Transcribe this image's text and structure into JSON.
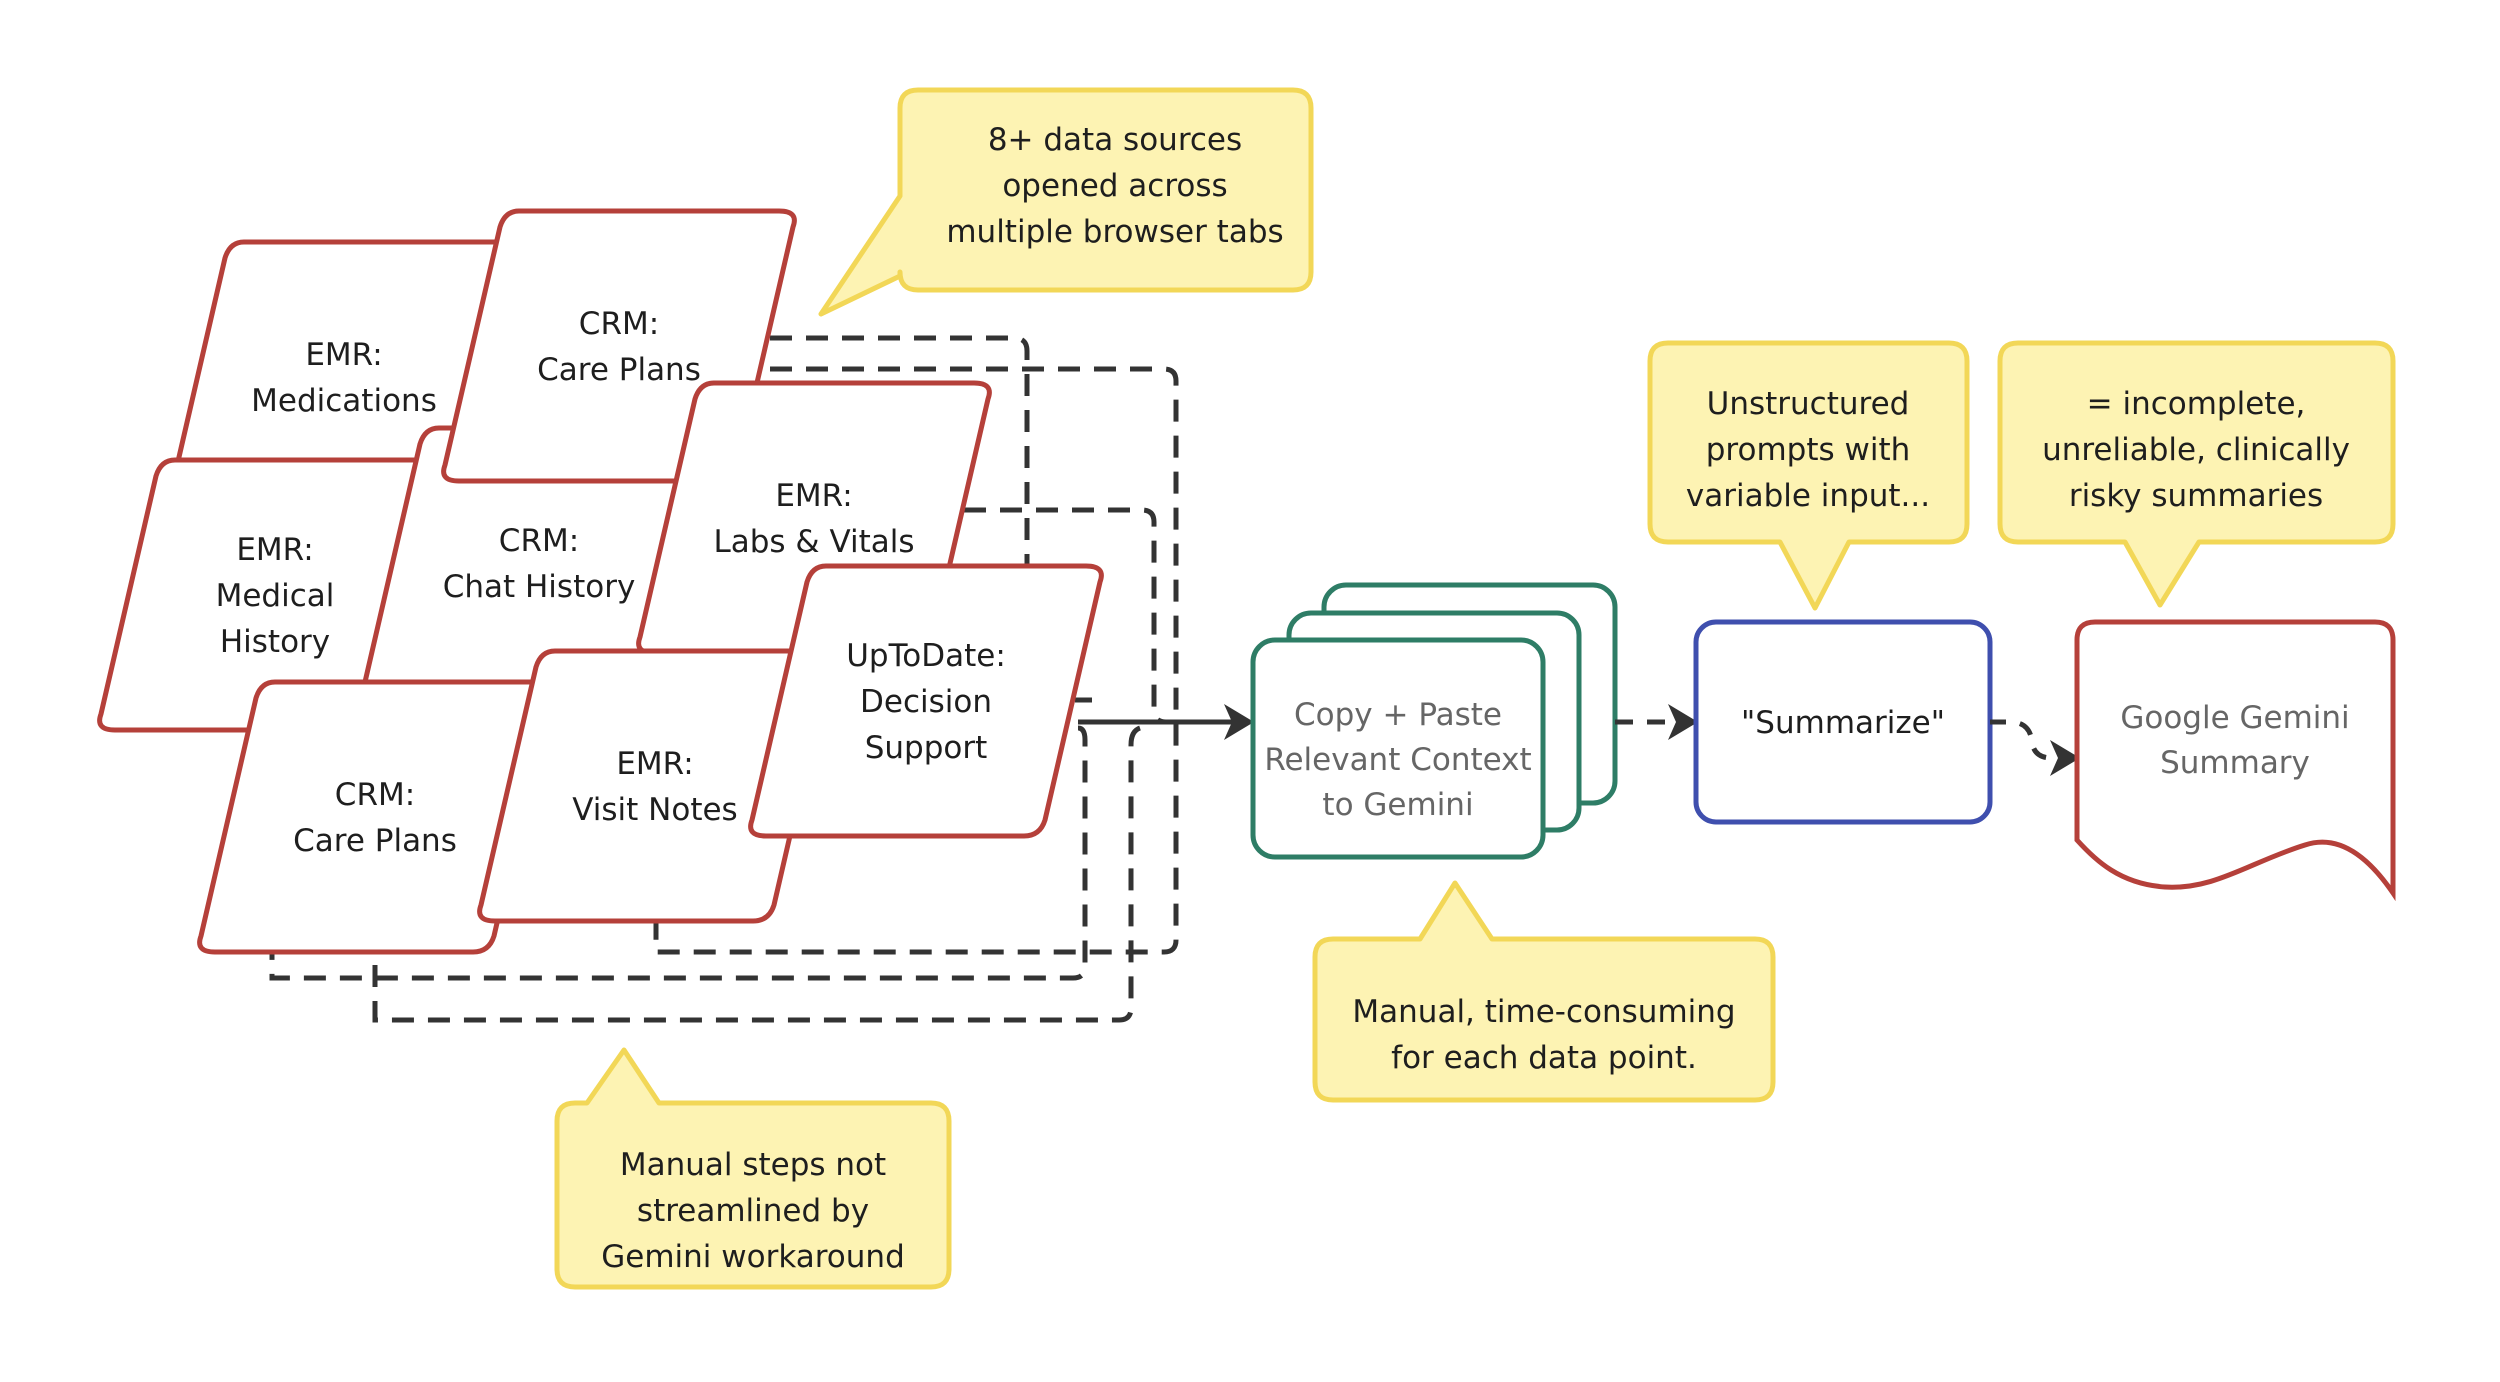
{
  "colors": {
    "source_border": "#b5403a",
    "callout_fill": "#fdf3b3",
    "callout_border": "#f2d757",
    "copy_paste_border": "#2e7d66",
    "prompt_border": "#3f4fae",
    "summary_border": "#b5403a",
    "connector": "#333333"
  },
  "sources": [
    {
      "line1": "EMR:",
      "line2": "Medications"
    },
    {
      "line1": "EMR:",
      "line2": "Medical",
      "line3": "History"
    },
    {
      "line1": "CRM:",
      "line2": "Chat History"
    },
    {
      "line1": "CRM:",
      "line2": "Care Plans"
    },
    {
      "line1": "EMR:",
      "line2": "Labs & Vitals"
    },
    {
      "line1": "CRM:",
      "line2": "Care Plans"
    },
    {
      "line1": "EMR:",
      "line2": "Visit Notes"
    },
    {
      "line1": "UpToDate:",
      "line2": "Decision",
      "line3": "Support"
    }
  ],
  "process": {
    "copy_paste": {
      "line1": "Copy + Paste",
      "line2": "Relevant Context",
      "line3": "to Gemini"
    },
    "prompt": {
      "label": "\"Summarize\""
    },
    "output": {
      "line1": "Google Gemini",
      "line2": "Summary"
    }
  },
  "callouts": {
    "data_sources": {
      "line1": "8+ data sources",
      "line2": "opened across",
      "line3": "multiple browser tabs"
    },
    "manual_steps": {
      "line1": "Manual steps not",
      "line2": "streamlined by",
      "line3": "Gemini workaround"
    },
    "time_consuming": {
      "line1": "Manual, time-consuming",
      "line2": "for each data point."
    },
    "unstructured": {
      "line1": "Unstructured",
      "line2": "prompts with",
      "line3": "variable input..."
    },
    "result": {
      "line1": "= incomplete,",
      "line2": "unreliable, clinically",
      "line3": "risky summaries"
    }
  }
}
